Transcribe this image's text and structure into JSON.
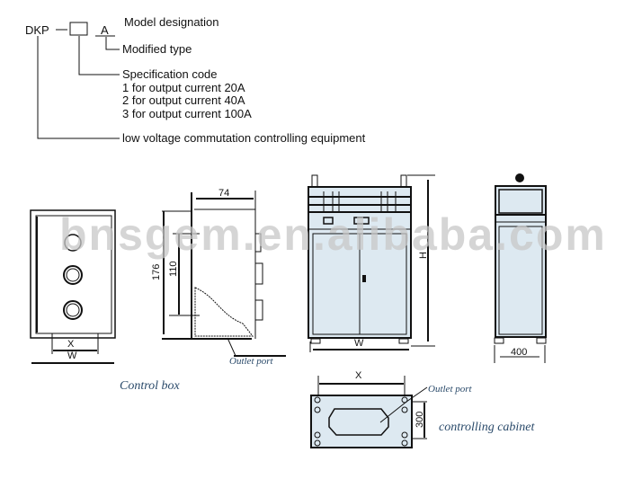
{
  "legend": {
    "prefix": "DKP",
    "suffix": "A",
    "model_designation": "Model designation",
    "modified_type": "Modified type",
    "spec_code": "Specification code",
    "spec_lines": [
      "1 for output current 20A",
      "2 for output current 40A",
      "3 for output current 100A"
    ],
    "equipment": "low voltage commutation controlling equipment"
  },
  "control_box": {
    "caption": "Control box",
    "dim_x": "X",
    "dim_w": "W",
    "dim_depth": "74",
    "dim_height": "176",
    "dim_inner": "110",
    "outlet_label": "Outlet port"
  },
  "cabinet": {
    "caption": "controlling cabinet",
    "dim_h": "H",
    "dim_w": "W",
    "dim_side": "400",
    "dim_x": "X",
    "dim_300": "300",
    "outlet_label": "Outlet port"
  },
  "watermark": "bnsgem.en.alibaba.com",
  "colors": {
    "panel_fill": "#dde9f1",
    "caption": "#2a4a6a"
  }
}
